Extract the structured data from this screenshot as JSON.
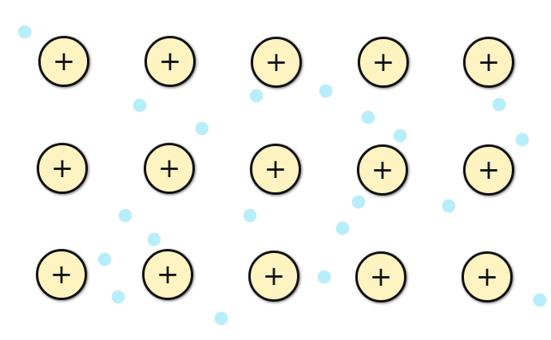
{
  "diagram": {
    "ion_label": "+",
    "ion_fill": "#fff3c2",
    "ion_border": "#111111",
    "electron_fill": "#b7eefb",
    "ion_rows": 3,
    "ion_cols": 5,
    "electron_count": 20
  }
}
